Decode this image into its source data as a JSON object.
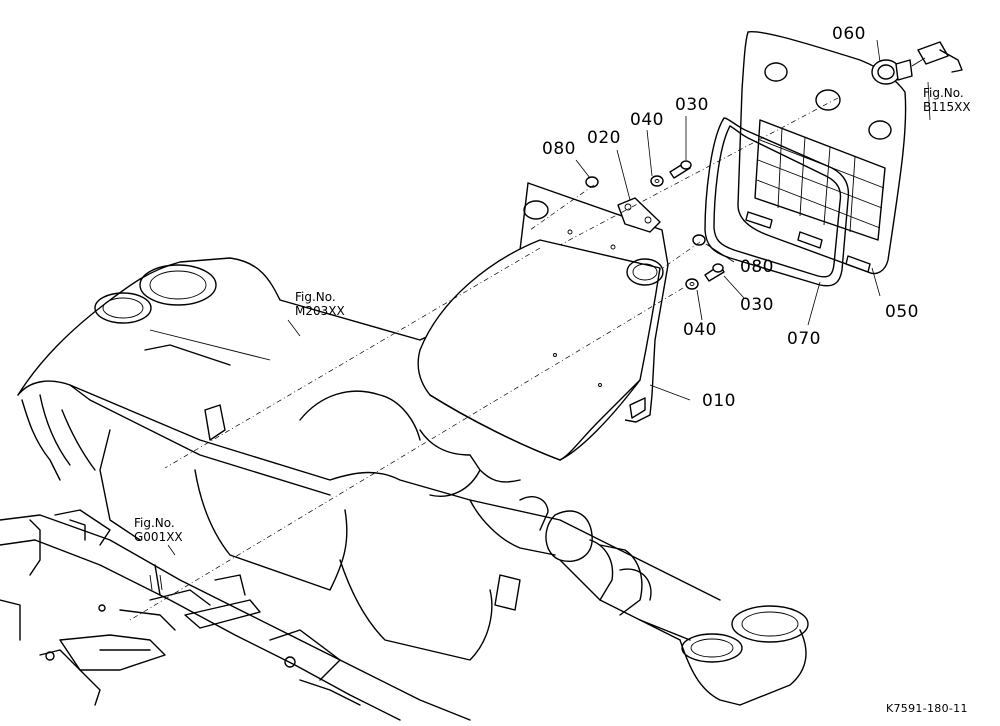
{
  "diagram": {
    "parts": [
      {
        "id": "p060",
        "label": "060"
      },
      {
        "id": "p030a",
        "label": "030"
      },
      {
        "id": "p040a",
        "label": "040"
      },
      {
        "id": "p020",
        "label": "020"
      },
      {
        "id": "p080a",
        "label": "080"
      },
      {
        "id": "p080b",
        "label": "080"
      },
      {
        "id": "p030b",
        "label": "030"
      },
      {
        "id": "p040b",
        "label": "040"
      },
      {
        "id": "p050",
        "label": "050"
      },
      {
        "id": "p070",
        "label": "070"
      },
      {
        "id": "p010",
        "label": "010"
      }
    ],
    "figure_refs": [
      {
        "id": "b115",
        "prefix": "Fig.No.",
        "code": "B115XX"
      },
      {
        "id": "m203",
        "prefix": "Fig.No.",
        "code": "M203XX"
      },
      {
        "id": "g001",
        "prefix": "Fig.No.",
        "code": "G001XX"
      }
    ],
    "drawing_number": "K7591-180-11"
  }
}
